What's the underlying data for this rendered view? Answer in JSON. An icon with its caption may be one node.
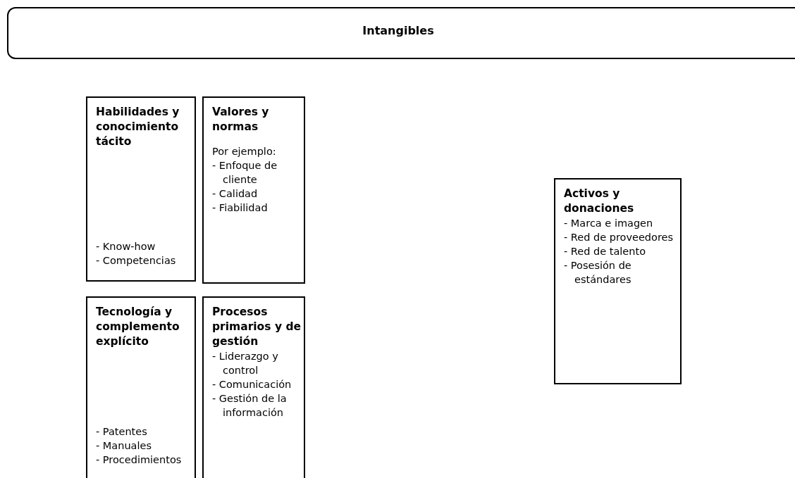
{
  "diagram": {
    "nodes": [
      {
        "text": [
          "Intangibles"
        ]
      },
      {
        "text": [
          "Habilidades y conocimiento tácito",
          "- Know-how",
          "- Competencias"
        ]
      },
      {
        "text": [
          "Valores y normas",
          "Por ejemplo:",
          "- Enfoque de cliente",
          "- Calidad",
          "- Fiabilidad"
        ]
      },
      {
        "text": [
          "Tecnología y complemento explícito",
          "- Patentes",
          "- Manuales",
          "- Procedimientos"
        ]
      },
      {
        "text": [
          "Procesos primarios y de gestión",
          "- Liderazgo y control",
          "- Comunicación",
          "- Gestión de la información"
        ]
      },
      {
        "text": [
          "Activos y donaciones",
          "- Marca e imagen",
          "- Red de proveedores",
          "- Red de talento",
          "- Posesión de estándares"
        ]
      }
    ]
  }
}
